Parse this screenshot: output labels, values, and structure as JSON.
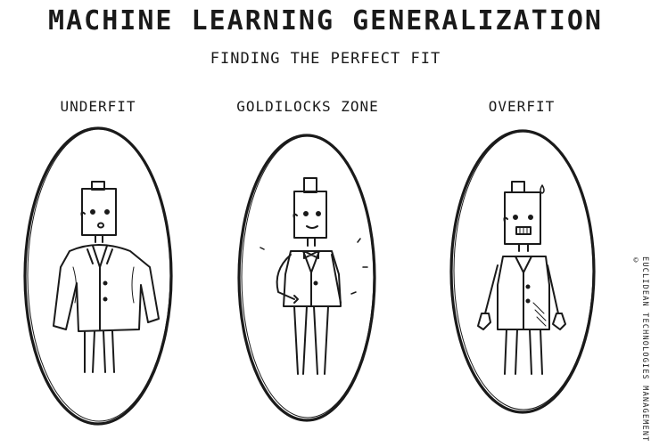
{
  "header": {
    "title": "MACHINE LEARNING GENERALIZATION",
    "subtitle": "FINDING THE PERFECT FIT"
  },
  "panels": [
    {
      "label": "UNDERFIT"
    },
    {
      "label": "GOLDILOCKS ZONE"
    },
    {
      "label": "OVERFIT"
    }
  ],
  "credit": "EUCLIDEAN TECHNOLOGIES MANAGEMENT ©"
}
